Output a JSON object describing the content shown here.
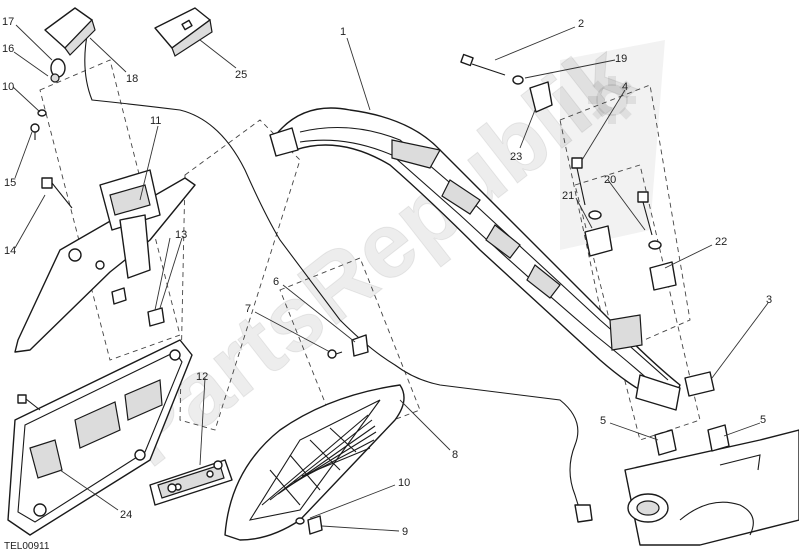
{
  "diagram": {
    "code": "TEL00911",
    "watermark": "PartsRepublik",
    "callouts": [
      {
        "id": "c1",
        "label": "1"
      },
      {
        "id": "c2",
        "label": "2"
      },
      {
        "id": "c3",
        "label": "3"
      },
      {
        "id": "c4",
        "label": "4"
      },
      {
        "id": "c5a",
        "label": "5"
      },
      {
        "id": "c5b",
        "label": "5"
      },
      {
        "id": "c6",
        "label": "6"
      },
      {
        "id": "c7",
        "label": "7"
      },
      {
        "id": "c8",
        "label": "8"
      },
      {
        "id": "c9",
        "label": "9"
      },
      {
        "id": "c10a",
        "label": "10"
      },
      {
        "id": "c10b",
        "label": "10"
      },
      {
        "id": "c11",
        "label": "11"
      },
      {
        "id": "c12",
        "label": "12"
      },
      {
        "id": "c13",
        "label": "13"
      },
      {
        "id": "c14",
        "label": "14"
      },
      {
        "id": "c15",
        "label": "15"
      },
      {
        "id": "c16",
        "label": "16"
      },
      {
        "id": "c17",
        "label": "17"
      },
      {
        "id": "c18",
        "label": "18"
      },
      {
        "id": "c19",
        "label": "19"
      },
      {
        "id": "c20",
        "label": "20"
      },
      {
        "id": "c21",
        "label": "21"
      },
      {
        "id": "c22",
        "label": "22"
      },
      {
        "id": "c23",
        "label": "23"
      },
      {
        "id": "c24",
        "label": "24"
      },
      {
        "id": "c25",
        "label": "25"
      }
    ]
  }
}
